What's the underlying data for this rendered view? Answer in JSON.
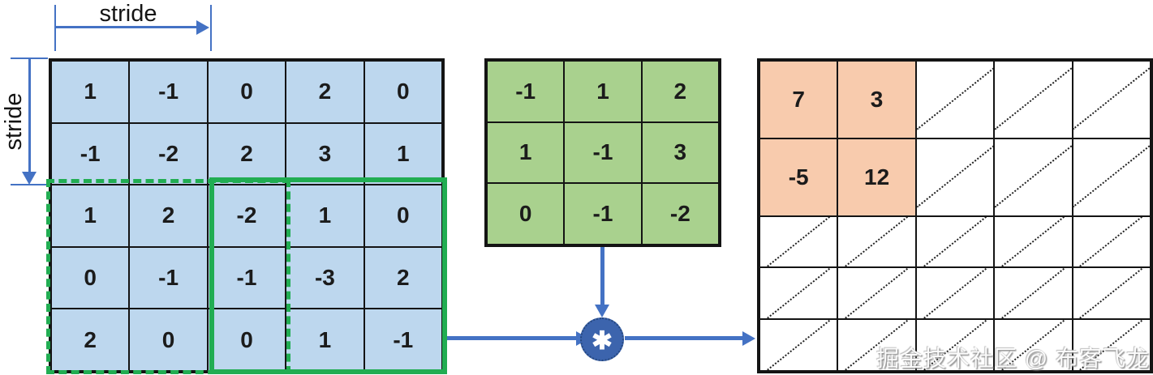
{
  "labels": {
    "stride_top": "stride",
    "stride_left": "stride"
  },
  "input_matrix": {
    "rows": [
      [
        1,
        -1,
        0,
        2,
        0
      ],
      [
        -1,
        -2,
        2,
        3,
        1
      ],
      [
        1,
        2,
        -2,
        1,
        0
      ],
      [
        0,
        -1,
        -1,
        -3,
        2
      ],
      [
        2,
        0,
        0,
        1,
        -1
      ]
    ]
  },
  "kernel_matrix": {
    "rows": [
      [
        -1,
        1,
        2
      ],
      [
        1,
        -1,
        3
      ],
      [
        0,
        -1,
        -2
      ]
    ]
  },
  "output_matrix": {
    "rows": [
      [
        7,
        3,
        null,
        null,
        null
      ],
      [
        -5,
        12,
        null,
        null,
        null
      ],
      [
        null,
        null,
        null,
        null,
        null
      ],
      [
        null,
        null,
        null,
        null,
        null
      ],
      [
        null,
        null,
        null,
        null,
        null
      ]
    ]
  },
  "operator": {
    "symbol": "✱"
  },
  "watermark": {
    "text": "掘金技术社区 @ 布客飞龙"
  },
  "colors": {
    "input_fill": "#bdd7ee",
    "kernel_fill": "#a9d18e",
    "output_fill": "#f8cbad",
    "green": "#21ad52",
    "arrow_blue": "#4472c4",
    "operator_fill": "#3c64ad",
    "grid_border": "#141414"
  }
}
